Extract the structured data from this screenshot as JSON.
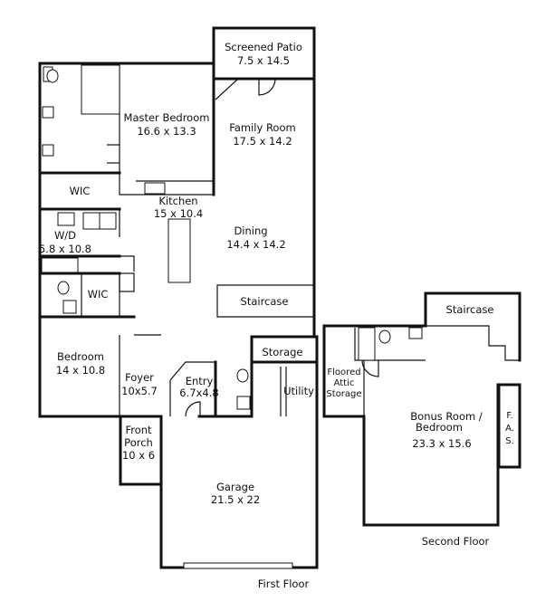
{
  "first_floor": {
    "caption": "First Floor",
    "rooms": {
      "screened_patio": {
        "name": "Screened Patio",
        "size": "7.5 x 14.5"
      },
      "master_bedroom": {
        "name": "Master Bedroom",
        "size": "16.6 x 13.3"
      },
      "family_room": {
        "name": "Family Room",
        "size": "17.5 x 14.2"
      },
      "wic_1": {
        "name": "WIC"
      },
      "kitchen": {
        "name": "Kitchen",
        "size": "15 x 10.4"
      },
      "wd": {
        "name": "W/D",
        "size": "5.8 x 10.8"
      },
      "dining": {
        "name": "Dining",
        "size": "14.4 x 14.2"
      },
      "wic_2": {
        "name": "WIC"
      },
      "staircase": {
        "name": "Staircase"
      },
      "bedroom": {
        "name": "Bedroom",
        "size": "14 x 10.8"
      },
      "storage": {
        "name": "Storage"
      },
      "foyer": {
        "name": "Foyer",
        "size": "10x5.7"
      },
      "entry": {
        "name": "Entry",
        "size": "6.7x4.8"
      },
      "utility": {
        "name": "Utility"
      },
      "front_porch": {
        "name_line1": "Front",
        "name_line2": "Porch",
        "size": "10 x 6"
      },
      "garage": {
        "name": "Garage",
        "size": "21.5 x 22"
      }
    }
  },
  "second_floor": {
    "caption": "Second Floor",
    "rooms": {
      "staircase": {
        "name": "Staircase"
      },
      "attic": {
        "line1": "Floored",
        "line2": "Attic",
        "line3": "Storage"
      },
      "bonus": {
        "line1": "Bonus Room /",
        "line2": "Bedroom",
        "size": "23.3 x 15.6"
      },
      "fas": {
        "line1": "F.",
        "line2": "A.",
        "line3": "S."
      }
    }
  }
}
